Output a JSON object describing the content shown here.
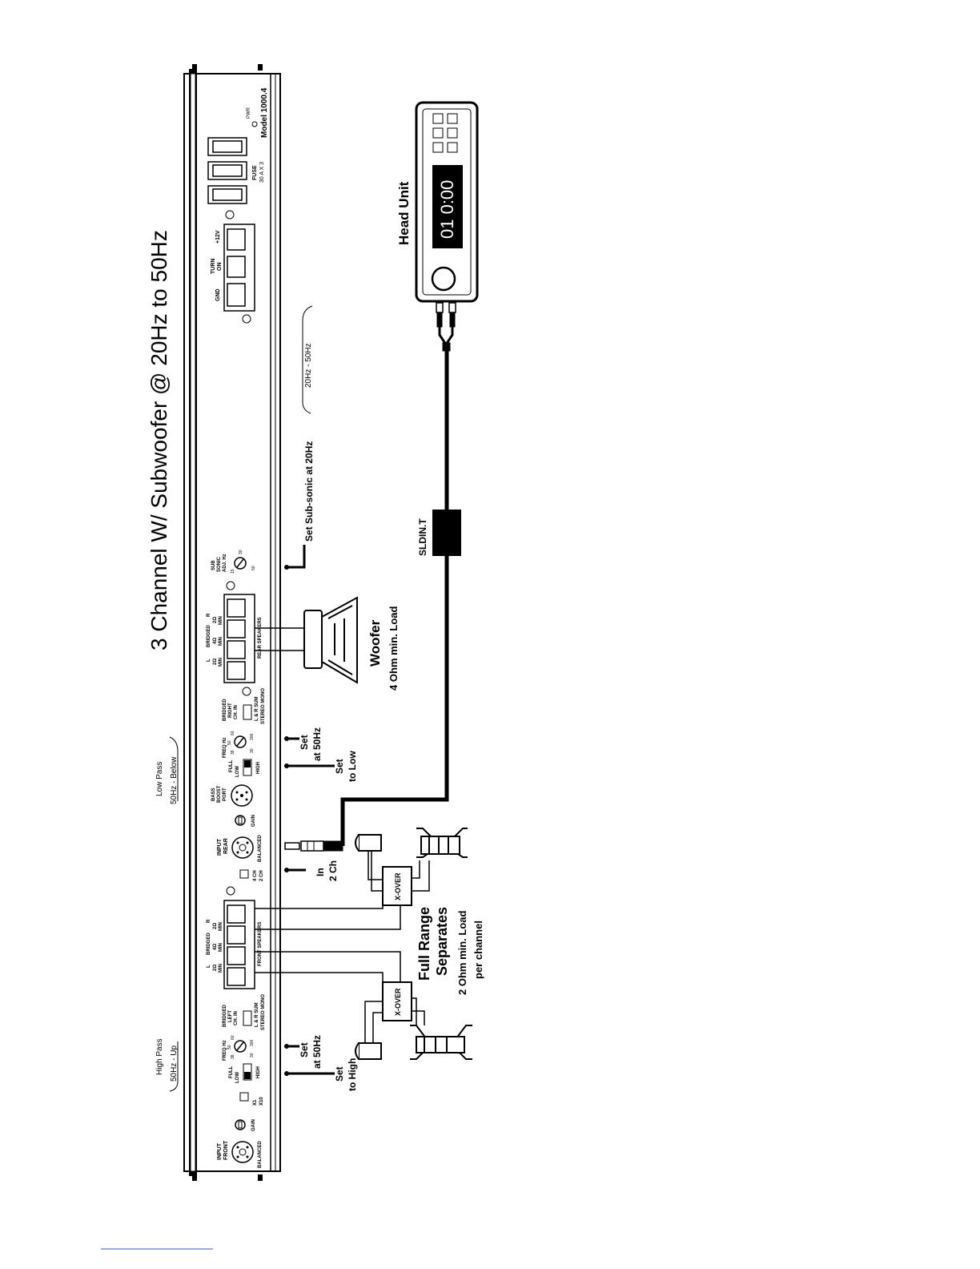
{
  "title": "3 Channel W/ Subwoofer @ 20Hz to 50Hz",
  "amp": {
    "model": "Model 1000.4",
    "pwr": "PWR",
    "fuse": "FUSE",
    "fuse_rating": "30 A X 3",
    "gnd": "GND",
    "turn": "TURN",
    "on": "ON",
    "plus12v": "+12V",
    "sub": "SUB",
    "sonic": "SONIC",
    "adj_hz": "ADJ. Hz",
    "sub_vals": [
      "15",
      "30",
      "50"
    ],
    "rear_speakers": "REAR SPEAKERS",
    "front_speakers": "FRONT SPEAKERS",
    "bridged": "BRIDGED",
    "l": "L",
    "r": "R",
    "min2": "2Ω",
    "min2b": "MIN",
    "min4": "4Ω",
    "min4b": "MIN",
    "bridged_right": "BRIDGED",
    "right": "RIGHT",
    "ch_in": "CH. IN",
    "lr_sum": "L & R SUM",
    "stereo_mono": "STEREO MONO",
    "bridged_left": "BRIDGED",
    "left": "LEFT",
    "freq_hz": "FREQ Hz",
    "freq_vals": [
      "38",
      "50",
      "60",
      "30",
      "300"
    ],
    "full": "FULL",
    "low": "LOW",
    "high": "HIGH",
    "bass": "BASS",
    "boost": "BOOST",
    "port": "PORT",
    "gain": "GAIN",
    "input": "INPUT",
    "rear": "REAR",
    "front": "FRONT",
    "balanced": "BALANCED",
    "ch4": "4 CH",
    "ch2": "2 CH",
    "x1": "X1",
    "x10": "X10"
  },
  "annotations": {
    "range_sub": "20Hz - 50Hz",
    "set_subsonic": "Set Sub-sonic  at 20Hz",
    "low_pass": "Low Pass",
    "low_pass_range": "50Hz - Below",
    "high_pass": "High Pass",
    "high_pass_range": "50Hz - Up",
    "set_50_a": "Set",
    "set_50_b": "at 50Hz",
    "set_low_a": "Set",
    "set_low_b": "to Low",
    "in_2ch_a": "In",
    "in_2ch_b": "2 Ch",
    "set_high_a": "Set",
    "set_high_b": "to High"
  },
  "devices": {
    "head_unit": "Head Unit",
    "display": "01  0:00",
    "sldin": "SLDIN.T",
    "woofer": "Woofer",
    "woofer_load": "4 Ohm min. Load",
    "xover": "X-OVER",
    "full_range": "Full Range",
    "separates": "Separates",
    "separates_load": "2 Ohm min. Load",
    "per_channel": "per channel"
  }
}
